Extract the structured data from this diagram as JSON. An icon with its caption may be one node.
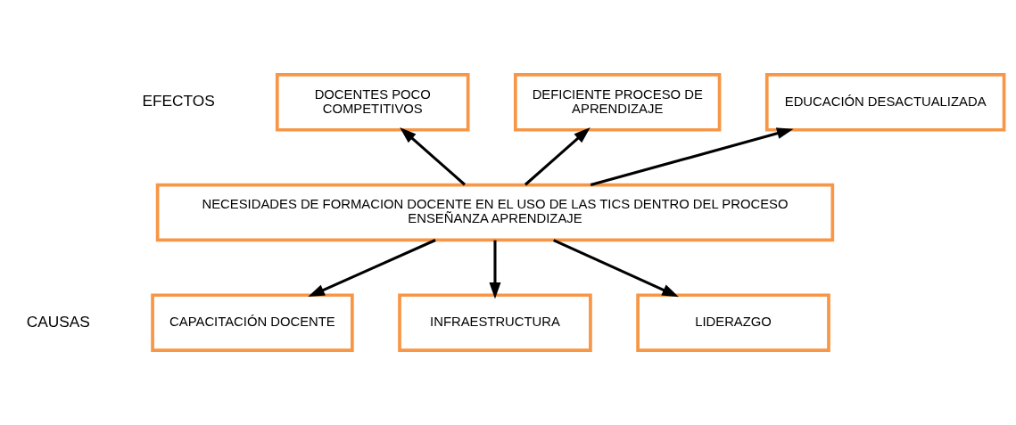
{
  "diagram": {
    "nodes": [
      {
        "text": [
          "DOCENTES POCO COMPETITIVOS"
        ]
      },
      {
        "text": [
          "DEFICIENTE PROCESO DE APRENDIZAJE"
        ]
      },
      {
        "text": [
          "EDUCACIÓN DESACTUALIZADA"
        ]
      },
      {
        "text": [
          "NECESIDADES DE FORMACION DOCENTE EN EL USO DE LAS TICS DENTRO DEL PROCESO ENSEÑANZA APRENDIZAJE"
        ]
      },
      {
        "text": [
          "CAPACITACIÓN DOCENTE"
        ]
      },
      {
        "text": [
          "INFRAESTRUCTURA"
        ]
      },
      {
        "text": [
          "LIDERAZGO"
        ]
      }
    ],
    "edges": [
      {
        "from": 3,
        "to": 0,
        "arrow": "to"
      },
      {
        "from": 3,
        "to": 1,
        "arrow": "to"
      },
      {
        "from": 3,
        "to": 2,
        "arrow": "to"
      },
      {
        "from": 3,
        "to": 4,
        "arrow": "to"
      },
      {
        "from": 3,
        "to": 5,
        "arrow": "to"
      },
      {
        "from": 3,
        "to": 6,
        "arrow": "to"
      }
    ],
    "labels": [
      "EFECTOS",
      "CAUSAS"
    ]
  }
}
